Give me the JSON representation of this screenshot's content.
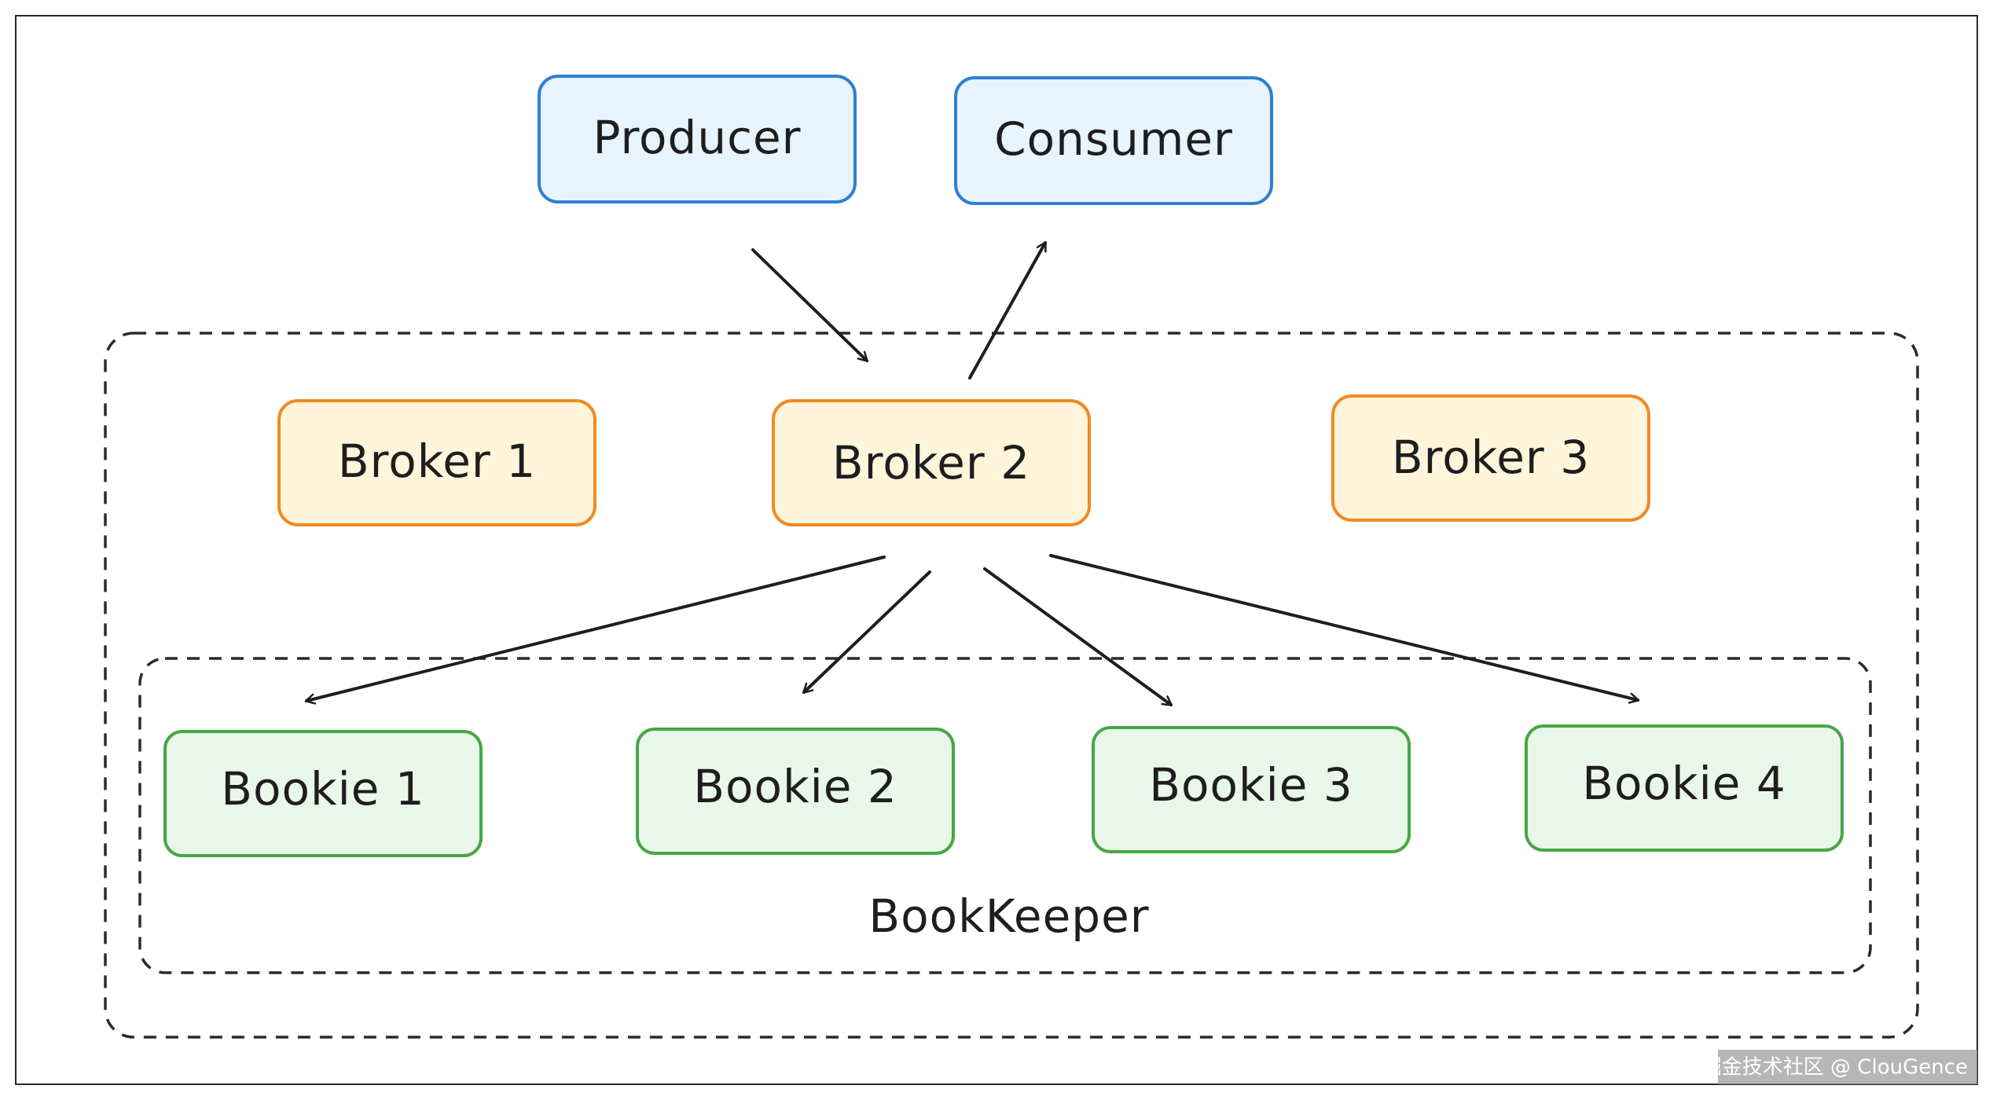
{
  "nodes": {
    "producer": {
      "label": "Producer"
    },
    "consumer": {
      "label": "Consumer"
    },
    "broker1": {
      "label": "Broker 1"
    },
    "broker2": {
      "label": "Broker 2"
    },
    "broker3": {
      "label": "Broker 3"
    },
    "bookie1": {
      "label": "Bookie 1"
    },
    "bookie2": {
      "label": "Bookie 2"
    },
    "bookie3": {
      "label": "Bookie 3"
    },
    "bookie4": {
      "label": "Bookie 4"
    }
  },
  "groups": {
    "bookkeeper": {
      "label": "BookKeeper"
    }
  },
  "edges": [
    {
      "from": "Producer",
      "to": "Broker 2"
    },
    {
      "from": "Broker 2",
      "to": "Consumer"
    },
    {
      "from": "Broker 2",
      "to": "Bookie 1"
    },
    {
      "from": "Broker 2",
      "to": "Bookie 2"
    },
    {
      "from": "Broker 2",
      "to": "Bookie 3"
    },
    {
      "from": "Broker 2",
      "to": "Bookie 4"
    }
  ],
  "watermark": {
    "text": "掘金技术社区 @ ClouGence"
  },
  "colors": {
    "client_fill": "#e7f3fd",
    "client_stroke": "#2f80d1",
    "broker_fill": "#fff5da",
    "broker_stroke": "#f08a24",
    "bookie_fill": "#e9f7ea",
    "bookie_stroke": "#46a843",
    "line": "#1e1e1e"
  }
}
